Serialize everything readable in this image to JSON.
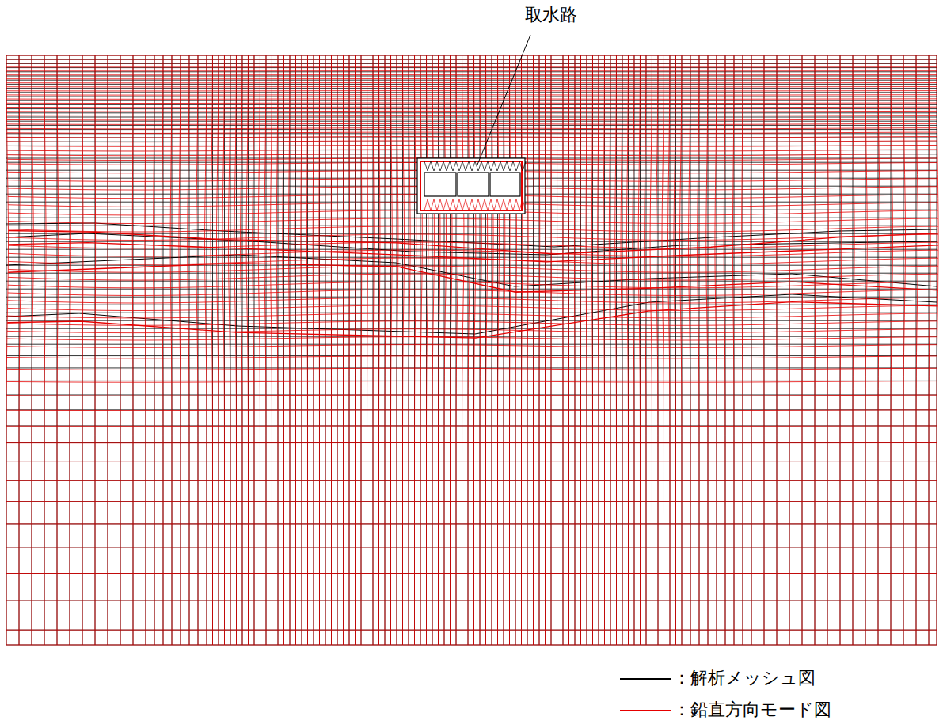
{
  "diagram": {
    "labels": [
      "取水路"
    ],
    "legend": [
      {
        "text": "：解析メッシュ図"
      },
      {
        "text": "：鉛直方向モード図"
      }
    ]
  }
}
